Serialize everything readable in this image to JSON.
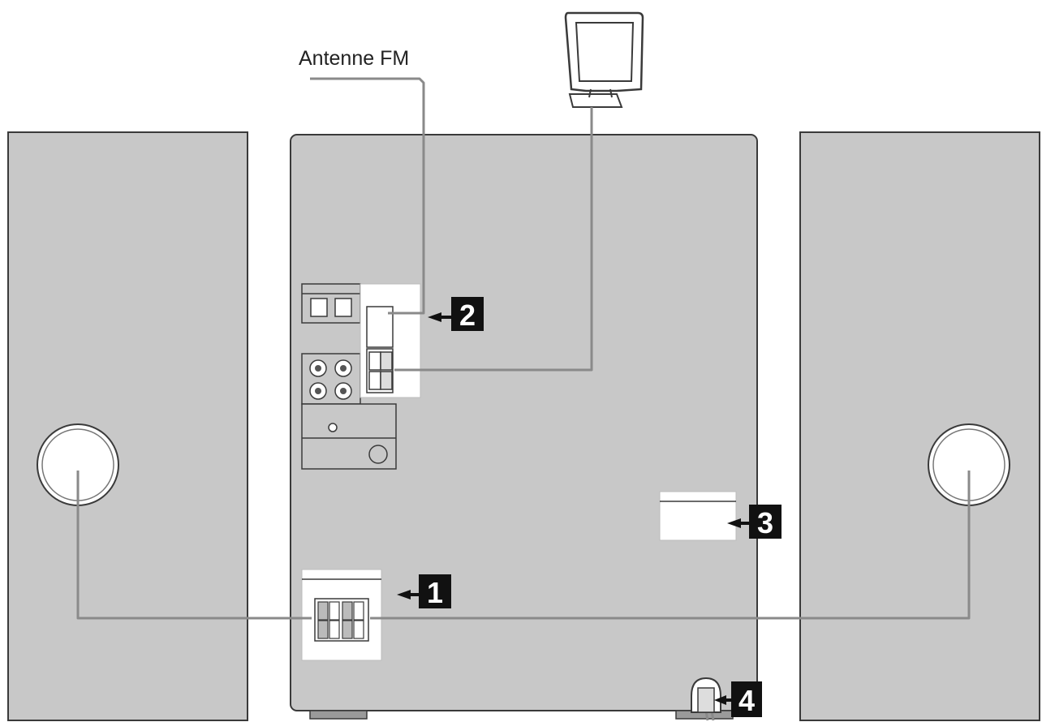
{
  "fm_antenna_label": "Antenne FM",
  "callouts": [
    {
      "number": "1"
    },
    {
      "number": "2"
    },
    {
      "number": "3"
    },
    {
      "number": "4"
    }
  ],
  "colors": {
    "panel": "#c8c8c8",
    "outline": "#3a3a3a",
    "wire": "#8a8a8a",
    "badge": "#111111",
    "white": "#ffffff"
  }
}
